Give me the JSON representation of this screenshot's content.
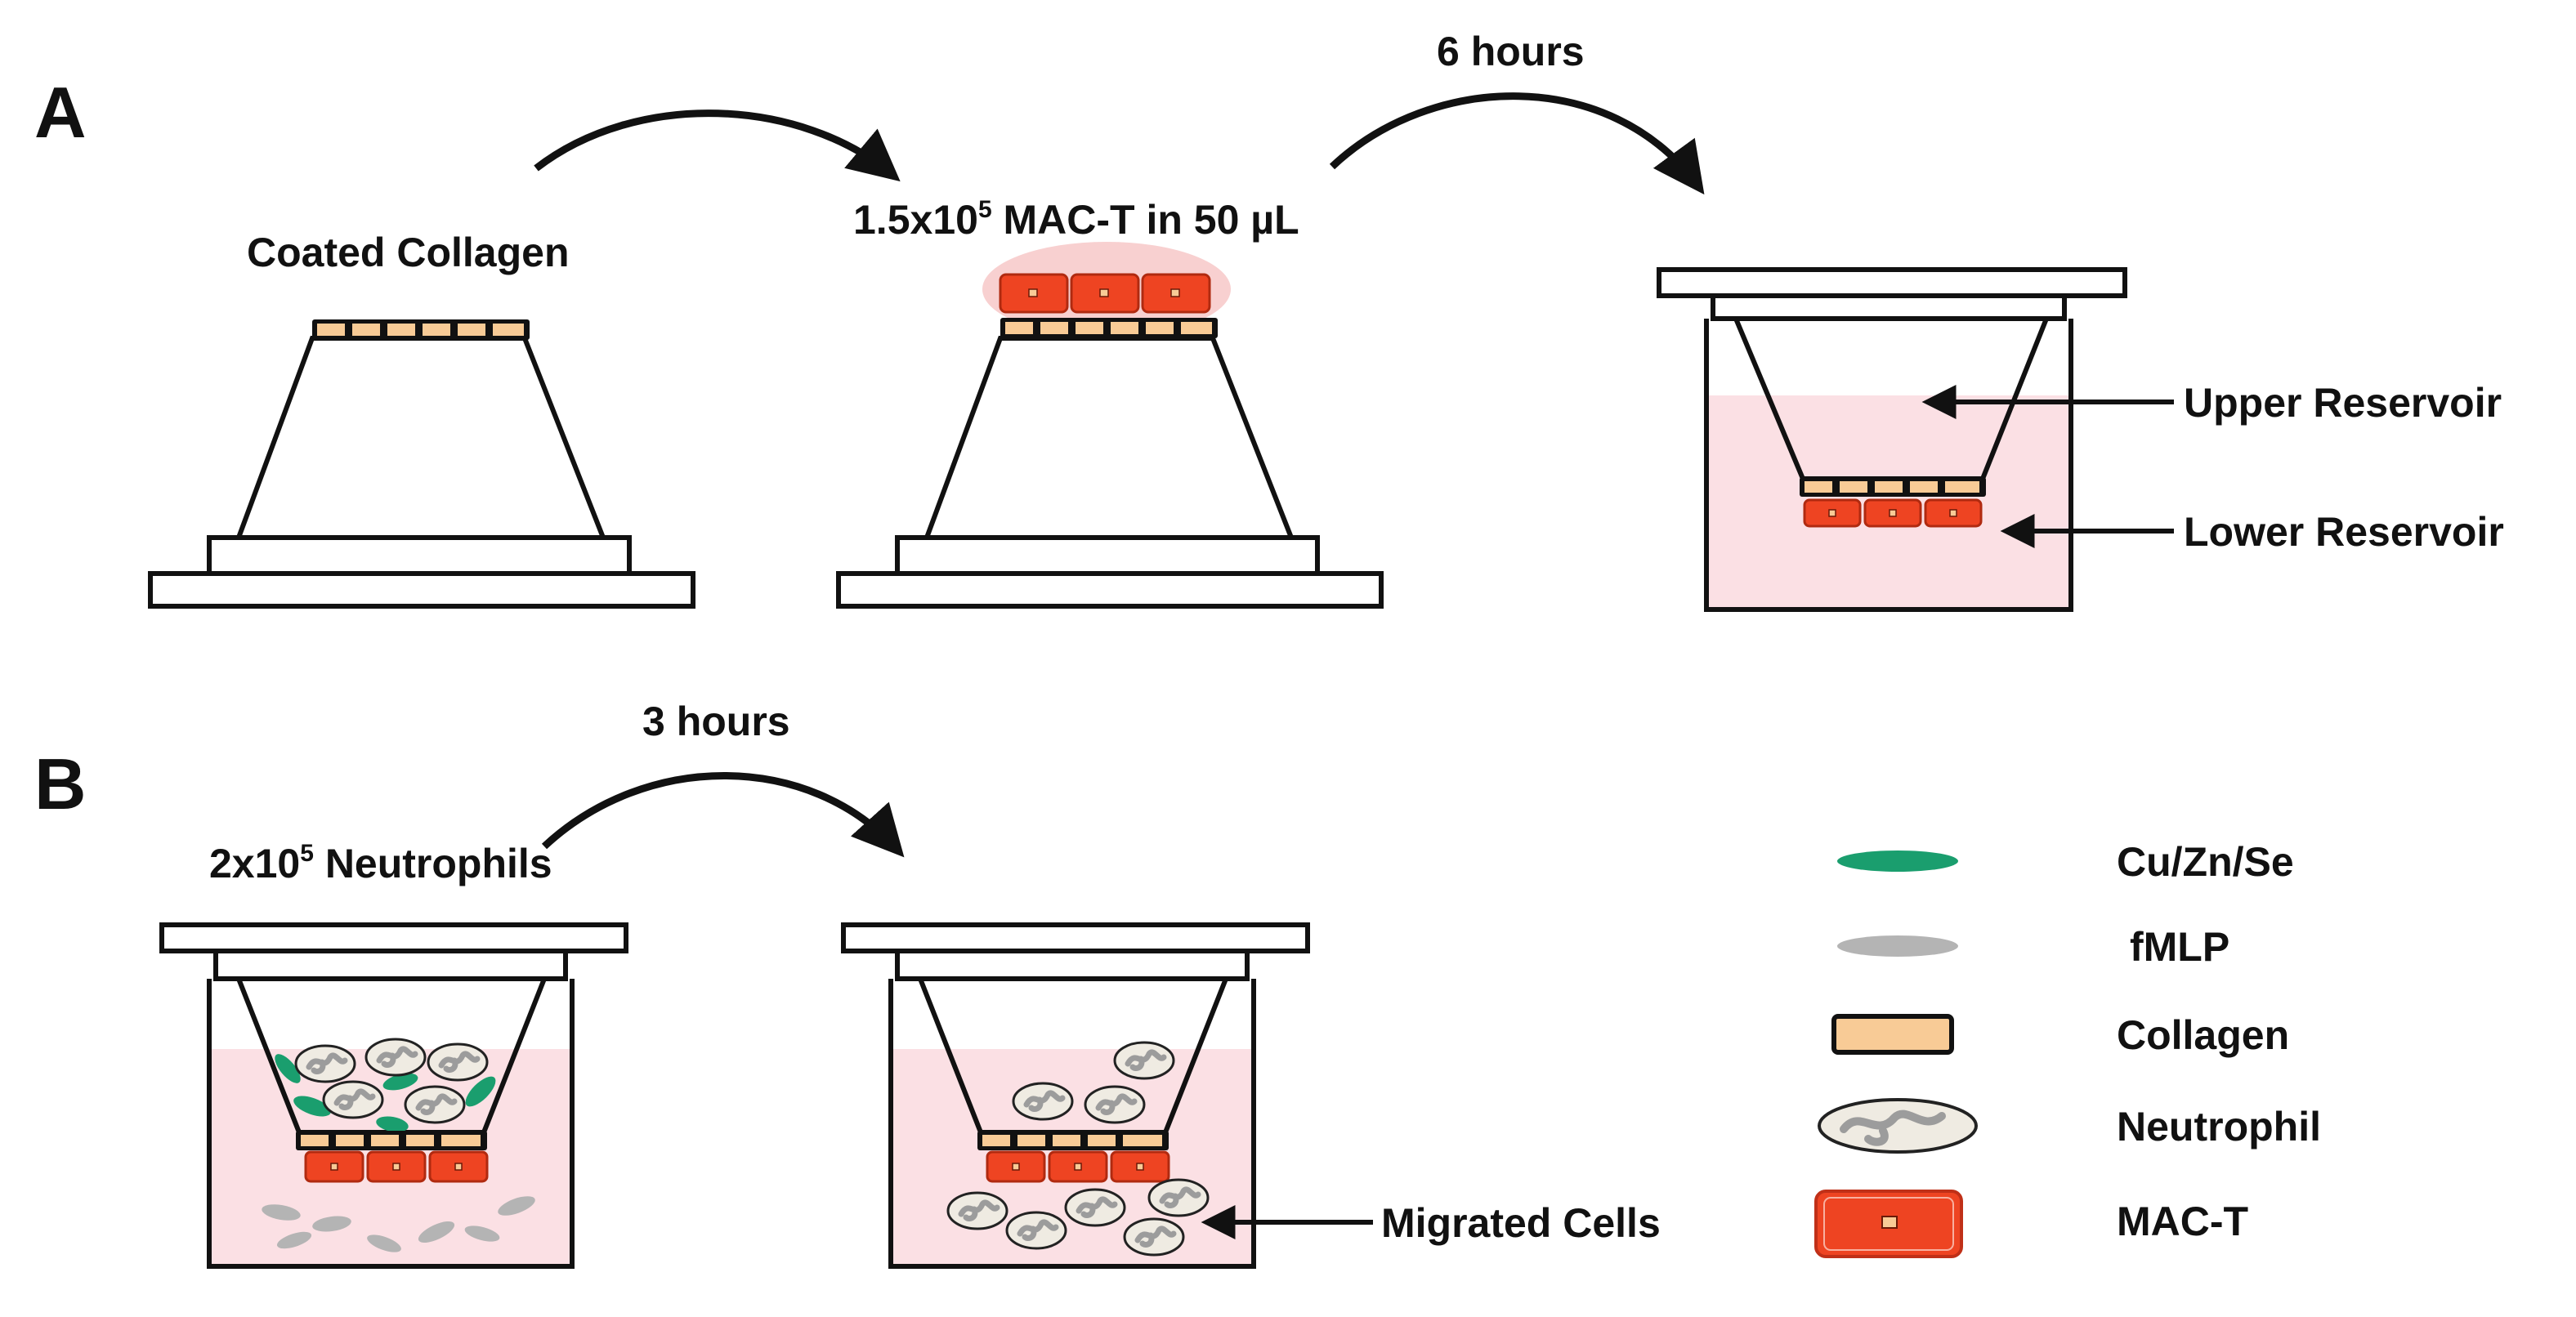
{
  "panels": {
    "a": "A",
    "b": "B"
  },
  "steps": {
    "coated_collagen": "Coated Collagen",
    "mact_prefix": "1.5x10",
    "mact_exp": "5",
    "mact_suffix": " MAC-T in 50 µL",
    "six_hours": "6 hours",
    "upper_reservoir": "Upper Reservoir",
    "lower_reservoir": "Lower Reservoir",
    "three_hours": "3 hours",
    "neutrophils_prefix": "2x10",
    "neutrophils_exp": "5",
    "neutrophils_suffix": " Neutrophils",
    "migrated_cells": "Migrated Cells"
  },
  "legend": [
    {
      "label": "Cu/Zn/Se",
      "icon": "cu-zn-se-icon"
    },
    {
      "label": "fMLP",
      "icon": "fmlp-icon"
    },
    {
      "label": "Collagen",
      "icon": "collagen-icon"
    },
    {
      "label": "Neutrophil",
      "icon": "neutrophil-icon"
    },
    {
      "label": "MAC-T",
      "icon": "mac-t-icon"
    }
  ],
  "colors": {
    "collagen": "#F8CB96",
    "mact": "#EE4422",
    "mact_halo": "#F8D0D0",
    "media": "#FBE0E4",
    "cuznse": "#1A9E6E",
    "fmlp": "#B4B4B4",
    "neutrophil": "#EFEBE2",
    "nucleus": "#9C9C9C"
  }
}
